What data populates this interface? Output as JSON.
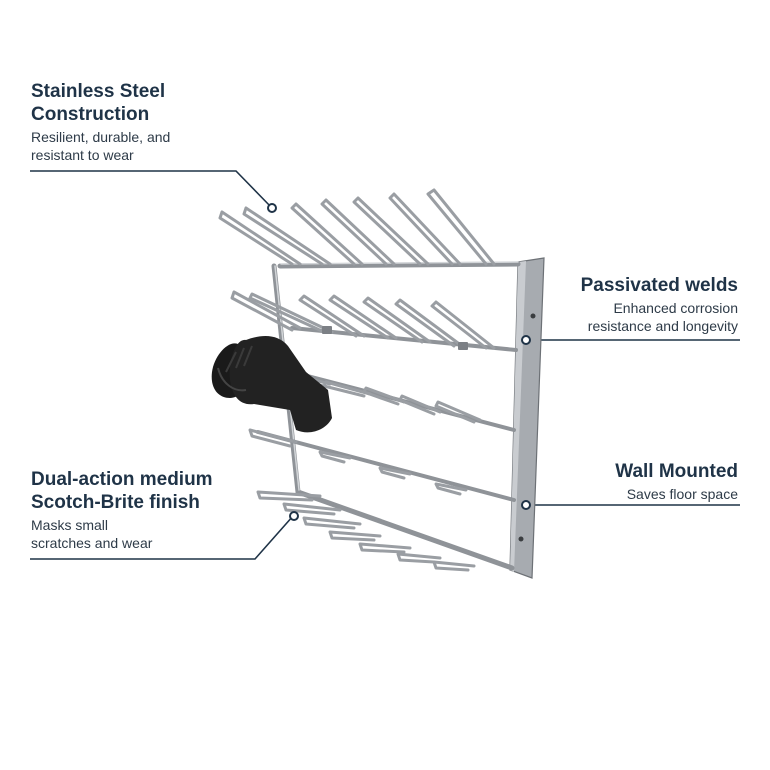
{
  "colors": {
    "text_dark": "#1f3347",
    "leader_line": "#1f3347",
    "steel": "#8f9398",
    "boot": "#1a1a1a"
  },
  "callouts": {
    "stainless": {
      "title_line1": "Stainless Steel",
      "title_line2": "Construction",
      "desc_line1": "Resilient, durable, and",
      "desc_line2": "resistant to wear"
    },
    "finish": {
      "title_line1": "Dual-action medium",
      "title_line2": "Scotch-Brite finish",
      "desc_line1": "Masks small",
      "desc_line2": "scratches and wear"
    },
    "welds": {
      "title": "Passivated welds",
      "desc_line1": "Enhanced corrosion",
      "desc_line2": "resistance and longevity"
    },
    "wall": {
      "title": "Wall Mounted",
      "desc": "Saves floor space"
    }
  },
  "product": {
    "name": "wall-mounted boot drying rack",
    "icon": "boot-rack-illustration"
  }
}
